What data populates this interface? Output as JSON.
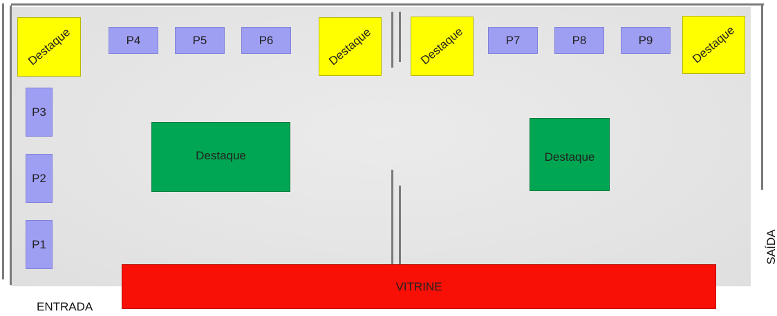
{
  "plan": {
    "entrance_label": "ENTRADA",
    "exit_label": "SAÍDA",
    "vitrine_label": "VITRINE",
    "panels": {
      "p1": "P1",
      "p2": "P2",
      "p3": "P3",
      "p4": "P4",
      "p5": "P5",
      "p6": "P6",
      "p7": "P7",
      "p8": "P8",
      "p9": "P9"
    },
    "highlight_label": "Destaque"
  },
  "colors": {
    "panel": "#9e9ef3",
    "highlight_yellow": "#ffff00",
    "highlight_green": "#00a651",
    "vitrine": "#f80f06",
    "wall": "#7a7a7a"
  }
}
